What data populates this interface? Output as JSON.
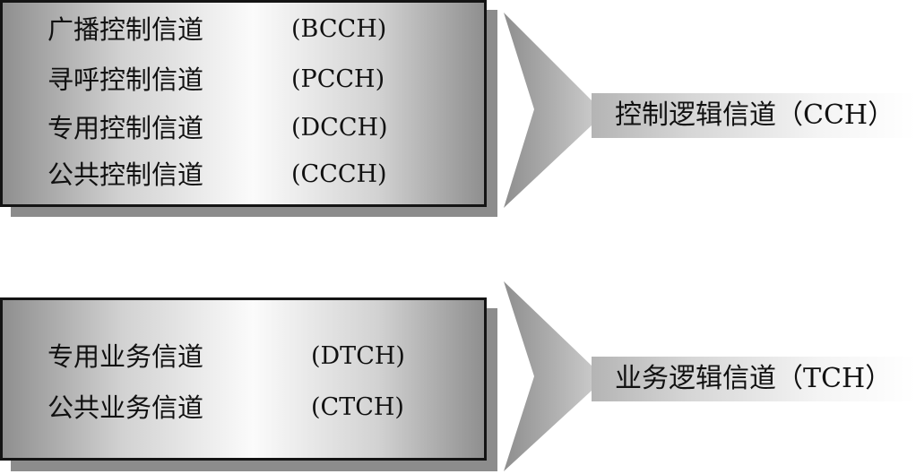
{
  "groups": {
    "cch": {
      "items": [
        {
          "name": "广播控制信道",
          "abbr": "(BCCH)"
        },
        {
          "name": "寻呼控制信道",
          "abbr": "(PCCH)"
        },
        {
          "name": "专用控制信道",
          "abbr": "(DCCH)"
        },
        {
          "name": "公共控制信道",
          "abbr": "(CCCH)"
        }
      ],
      "label": "控制逻辑信道（CCH）"
    },
    "tch": {
      "items": [
        {
          "name": "专用业务信道",
          "abbr": "(DTCH)"
        },
        {
          "name": "公共业务信道",
          "abbr": "(CTCH)"
        }
      ],
      "label": "业务逻辑信道（TCH）"
    }
  },
  "colors": {
    "border": "#141414",
    "shadow": "#8c8c8c",
    "arrow_dark": "#9a9a9a",
    "arrow_light": "#e0e0e0"
  }
}
